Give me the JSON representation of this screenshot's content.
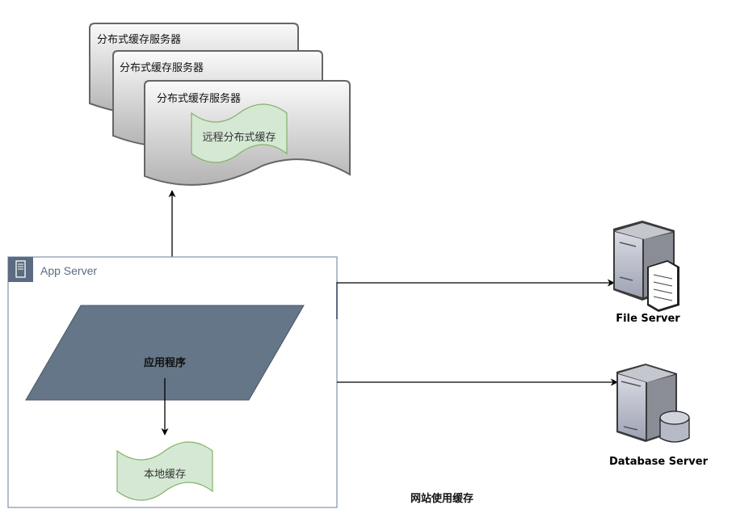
{
  "diagram": {
    "caption": "网站使用缓存",
    "distributed_cache": {
      "servers": [
        {
          "title": "分布式缓存服务器"
        },
        {
          "title": "分布式缓存服务器"
        },
        {
          "title": "分布式缓存服务器"
        }
      ],
      "remote_cache_label": "远程分布式缓存"
    },
    "app_server": {
      "title": "App Server",
      "icon": "server-rack-icon",
      "application_label": "应用程序",
      "local_cache_label": "本地缓存"
    },
    "file_server": {
      "label": "File Server",
      "icon": "file-server-icon"
    },
    "database_server": {
      "label": "Database Server",
      "icon": "database-server-icon"
    },
    "colors": {
      "app_server_border": "#8c9bb0",
      "app_server_header": "#5a6b82",
      "application_fill": "#647687",
      "cache_fill": "#d5e8d4",
      "cache_stroke": "#82b366",
      "card_stroke": "#666666"
    }
  }
}
